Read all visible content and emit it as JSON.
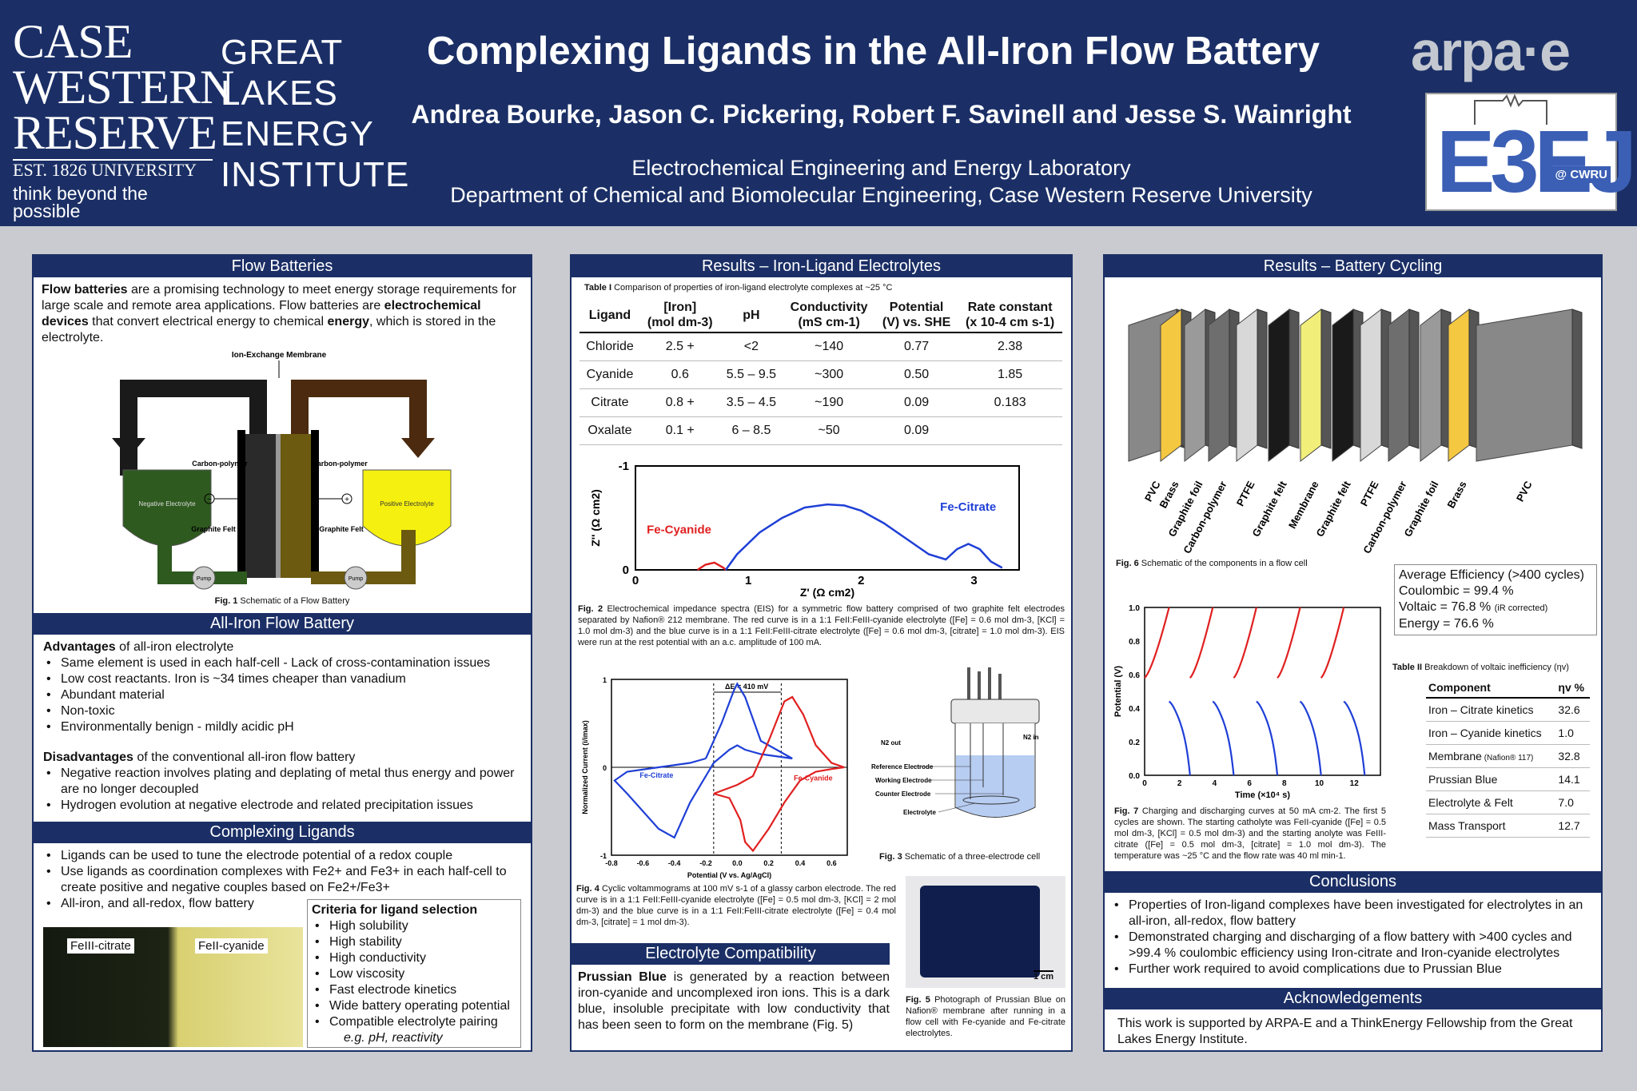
{
  "header": {
    "cwru_lines": [
      "CASE",
      "WESTERN",
      "RESERVE"
    ],
    "cwru_est": "EST. 1826 UNIVERSITY",
    "cwru_tagline": "think beyond the possible",
    "glei_lines": [
      "GREAT",
      "LAKES",
      "ENERGY",
      "INSTITUTE"
    ],
    "title": "Complexing Ligands in the All-Iron Flow Battery",
    "authors": "Andrea Bourke, Jason  C. Pickering, Robert F. Savinell  and  Jesse S. Wainright",
    "affil1": "Electrochemical Engineering and Energy Laboratory",
    "affil2": "Department of Chemical and Biomolecular Engineering, Case Western Reserve University",
    "arpa": "arpa·e",
    "e3ej": "E3EJ",
    "e3ej_cwru": "@ CWRU"
  },
  "flow": {
    "header": "Flow Batteries",
    "intro": "Flow batteries are a promising technology to meet energy storage requirements for large scale and remote area applications. Flow batteries are electrochemical devices that convert electrical energy to chemical energy, which is stored in the electrolyte.",
    "diagram": {
      "membrane": "Ion-Exchange Membrane",
      "cp_left": "Carbon-polymer",
      "cp_right": "Carbon-polymer",
      "neg": "Negative Electrolyte",
      "pos": "Positive Electrolyte",
      "felt_left": "Graphite Felt",
      "felt_right": "Graphite Felt",
      "pump": "Pump",
      "minus": "−",
      "plus": "+"
    },
    "fig1_label": "Fig. 1",
    "fig1_text": "Schematic of a Flow Battery"
  },
  "allIron": {
    "header": "All-Iron Flow Battery",
    "adv_title": "Advantages",
    "adv_rest": "of all-iron electrolyte",
    "advantages": [
      "Same element is used in each half-cell - Lack of cross-contamination issues",
      "Low cost reactants. Iron is ~34 times cheaper than vanadium",
      "Abundant material",
      "Non-toxic",
      "Environmentally benign - mildly acidic pH"
    ],
    "dis_title": "Disadvantages",
    "dis_rest": "of the conventional all-iron flow battery",
    "disadvantages": [
      "Negative reaction involves plating and deplating of metal thus energy and power are no longer decoupled",
      "Hydrogen evolution at negative electrode and related precipitation issues"
    ]
  },
  "complexing": {
    "header": "Complexing Ligands",
    "bullets": [
      "Ligands can be used to tune the electrode potential of a redox couple",
      "Use ligands as coordination complexes with Fe2+ and Fe3+ in each half-cell to create positive and negative couples based on Fe2+/Fe3+",
      "All-iron, and all-redox, flow battery"
    ],
    "photo_left": "FeIII-citrate",
    "photo_right": "FeII-cyanide",
    "criteria_title": "Criteria for ligand selection",
    "criteria": [
      "High solubility",
      "High stability",
      "High conductivity",
      "Low viscosity",
      "Fast electrode kinetics",
      "Wide battery operating potential",
      "Compatible electrolyte pairing"
    ],
    "criteria_eg": "e.g. pH, reactivity"
  },
  "results1": {
    "header": "Results – Iron-Ligand Electrolytes",
    "table_caption_label": "Table I",
    "table_caption": "Comparison of properties of iron-ligand electrolyte complexes at ~25 °C",
    "table_headers": [
      [
        "Ligand",
        ""
      ],
      [
        "[Iron]",
        "(mol dm-3)"
      ],
      [
        "pH",
        ""
      ],
      [
        "Conductivity",
        "(mS cm-1)"
      ],
      [
        "Potential",
        "(V) vs. SHE"
      ],
      [
        "Rate constant",
        "(x 10-4 cm s-1)"
      ]
    ],
    "table_rows": [
      [
        "Chloride",
        "2.5 +",
        "<2",
        "~140",
        "0.77",
        "2.38"
      ],
      [
        "Cyanide",
        "0.6",
        "5.5 – 9.5",
        "~300",
        "0.50",
        "1.85"
      ],
      [
        "Citrate",
        "0.8 +",
        "3.5 – 4.5",
        "~190",
        "0.09",
        "0.183"
      ],
      [
        "Oxalate",
        "0.1 +",
        "6 – 8.5",
        "~50",
        "0.09",
        ""
      ]
    ],
    "fig2_label": "Fig. 2",
    "fig2_text": "Electrochemical impedance spectra (EIS) for a symmetric flow battery comprised of two graphite felt electrodes separated by Nafion® 212 membrane. The red curve is in a 1:1 FeII:FeIII-cyanide electrolyte ([Fe] = 0.6 mol dm-3, [KCl] = 1.0 mol dm-3) and the blue curve is in a 1:1 FeII:FeIII-citrate electrolyte ([Fe] = 0.6 mol dm-3, [citrate] = 1.0 mol dm-3). EIS were run at the rest potential with an a.c. amplitude of 100 mA.",
    "fig3_label": "Fig. 3",
    "fig3_text": "Schematic of a three-electrode cell",
    "fig3_labels": {
      "n2out": "N2 out",
      "n2in": "N2 in",
      "ref": "Reference Electrode",
      "work": "Working Electrode",
      "counter": "Counter Electrode",
      "electrolyte": "Electrolyte"
    },
    "fig4_label": "Fig. 4",
    "fig4_text": "Cyclic voltammograms at 100 mV s-1 of a glassy carbon electrode. The red curve is in a 1:1 FeII:FeIII-cyanide electrolyte ([Fe] = 0.5 mol dm-3, [KCl] = 2 mol dm-3) and the blue curve is in a 1:1 FeII:FeIII-citrate electrolyte ([Fe] = 0.4 mol dm-3, [citrate] = 1 mol dm-3).",
    "fig5_label": "Fig. 5",
    "fig5_text": "Photograph of Prussian Blue on Nafion® membrane after running in a flow cell with Fe-cyanide and Fe-citrate electrolytes.",
    "fig5_scale": "1 cm"
  },
  "compat": {
    "header": "Electrolyte Compatibility",
    "bold": "Prussian Blue",
    "text": "is generated by a reaction between iron-cyanide and uncomplexed iron ions. This is a dark blue, insoluble precipitate with low conductivity that has been seen to form on the membrane (Fig. 5)"
  },
  "results2": {
    "header": "Results – Battery Cycling",
    "fig6_label": "Fig. 6",
    "fig6_text": "Schematic of the components in a flow cell",
    "components": [
      "PVC",
      "Brass",
      "Graphite foil",
      "Carbon-polymer",
      "PTFE",
      "Graphite felt",
      "Membrane",
      "Graphite felt",
      "PTFE",
      "Carbon-polymer",
      "Graphite foil",
      "Brass",
      "PVC"
    ],
    "eff": [
      "Average Efficiency (>400 cycles)",
      "Coulombic = 99.4 %",
      "Voltaic = 76.8 %",
      "Energy = 76.6 %"
    ],
    "eff_ir": "(iR corrected)",
    "table2_label": "Table II",
    "table2_caption": "Breakdown of voltaic inefficiency (ηv)",
    "table2_headers": [
      "Component",
      "ηv %"
    ],
    "table2_rows": [
      [
        "Iron – Citrate kinetics",
        "32.6"
      ],
      [
        "Iron – Cyanide kinetics",
        "1.0"
      ],
      [
        "Membrane",
        "32.8"
      ],
      [
        "Prussian Blue",
        "14.1"
      ],
      [
        "Electrolyte & Felt",
        "7.0"
      ],
      [
        "Mass Transport",
        "12.7"
      ]
    ],
    "table2_nafion": "(Nafion® 117)",
    "fig7_label": "Fig. 7",
    "fig7_text": "Charging and discharging curves at 50 mA cm-2. The first 5 cycles are shown. The starting catholyte was FeII-cyanide ([Fe] = 0.5 mol dm-3, [KCl] = 0.5 mol dm-3) and the starting anolyte was FeIII-citrate ([Fe] = 0.5 mol dm-3, [citrate] = 1.0 mol dm-3). The temperature was ~25 °C and the flow rate was 40 ml min-1."
  },
  "conclusions": {
    "header": "Conclusions",
    "bullets": [
      "Properties of Iron-ligand complexes have been investigated for electrolytes in an all-iron, all-redox, flow battery",
      "Demonstrated charging and discharging of a flow battery with >400 cycles and >99.4 % coulombic efficiency using Iron-citrate and Iron-cyanide electrolytes",
      "Further work required to avoid complications due to Prussian Blue"
    ]
  },
  "ack": {
    "header": "Acknowledgements",
    "text": "This work is supported by ARPA-E and a ThinkEnergy Fellowship from the Great Lakes Energy Institute."
  },
  "chart_data": [
    {
      "type": "line",
      "id": "fig2",
      "xlabel": "Z' (Ω  cm2)",
      "ylabel": "Z'' (Ω  cm2)",
      "xlim": [
        0,
        3.4
      ],
      "ylim": [
        0,
        -1
      ],
      "xticks": [
        "0",
        "1",
        "2",
        "3"
      ],
      "yticks": [
        "0",
        "-1"
      ],
      "series": [
        {
          "name": "Fe-Cyanide",
          "color": "#e02020",
          "x": [
            0.55,
            0.62,
            0.7,
            0.78,
            0.8
          ],
          "y": [
            0,
            -0.05,
            -0.07,
            -0.02,
            0
          ]
        },
        {
          "name": "Fe-Citrate",
          "color": "#1f3fd6",
          "x": [
            0.8,
            0.9,
            1.1,
            1.3,
            1.5,
            1.7,
            1.85,
            2.0,
            2.2,
            2.4,
            2.6,
            2.75,
            2.85,
            2.95,
            3.05,
            3.15,
            3.25
          ],
          "y": [
            0,
            -0.15,
            -0.36,
            -0.5,
            -0.6,
            -0.63,
            -0.62,
            -0.57,
            -0.45,
            -0.3,
            -0.15,
            -0.1,
            -0.2,
            -0.25,
            -0.2,
            -0.08,
            -0.02
          ]
        }
      ]
    },
    {
      "type": "line",
      "id": "fig4",
      "xlabel": "Potential (V vs. Ag/AgCl)",
      "ylabel": "Normalized Current (i/imax)",
      "xlim": [
        -0.8,
        0.7
      ],
      "ylim": [
        -1,
        1
      ],
      "xticks": [
        "-0.8",
        "-0.6",
        "-0.4",
        "-0.2",
        "0.0",
        "0.2",
        "0.4",
        "0.6"
      ],
      "yticks": [
        "-1",
        "0",
        "1"
      ],
      "annotation": "ΔE = 410 mV",
      "series": [
        {
          "name": "Fe-Citrate",
          "color": "#1f3fd6",
          "x": [
            -0.2,
            -0.1,
            -0.02,
            0.0,
            0.05,
            0.15,
            0.35,
            0.15,
            0.05,
            0.0,
            -0.05,
            -0.15,
            -0.3,
            -0.4,
            -0.5,
            -0.6,
            -0.7,
            -0.78,
            -0.7,
            -0.5,
            -0.3,
            -0.2
          ],
          "y": [
            0.1,
            0.5,
            0.88,
            0.95,
            0.8,
            0.3,
            0.1,
            0.15,
            0.2,
            0.25,
            0.2,
            0.05,
            -0.4,
            -0.8,
            -0.7,
            -0.5,
            -0.3,
            -0.15,
            -0.05,
            0.0,
            0.05,
            0.1
          ]
        },
        {
          "name": "Fe-Cyanide",
          "color": "#e02020",
          "x": [
            -0.15,
            0.0,
            0.1,
            0.2,
            0.3,
            0.35,
            0.42,
            0.5,
            0.6,
            0.68,
            0.6,
            0.5,
            0.4,
            0.3,
            0.2,
            0.1,
            0.05,
            0.02,
            -0.05,
            -0.15
          ],
          "y": [
            -0.3,
            -0.2,
            -0.1,
            0.3,
            0.75,
            0.8,
            0.6,
            0.25,
            0.05,
            0.0,
            -0.02,
            -0.05,
            -0.15,
            -0.4,
            -0.7,
            -0.95,
            -0.85,
            -0.6,
            -0.35,
            -0.3
          ]
        }
      ]
    },
    {
      "type": "line",
      "id": "fig7",
      "xlabel": "Time (×10⁴ s)",
      "ylabel": "Potential (V)",
      "xlim": [
        0,
        13.5
      ],
      "ylim": [
        0,
        1.0
      ],
      "xticks": [
        "0",
        "2",
        "4",
        "6",
        "8",
        "10",
        "12"
      ],
      "yticks": [
        "0.0",
        "0.2",
        "0.4",
        "0.6",
        "0.8",
        "1.0"
      ],
      "cycles": [
        {
          "charge_start": 0,
          "charge_end": 1.4,
          "discharge_end": 2.6
        },
        {
          "charge_start": 2.6,
          "charge_end": 3.9,
          "discharge_end": 5.1
        },
        {
          "charge_start": 5.1,
          "charge_end": 6.4,
          "discharge_end": 7.6
        },
        {
          "charge_start": 7.6,
          "charge_end": 8.9,
          "discharge_end": 10.1
        },
        {
          "charge_start": 10.1,
          "charge_end": 11.4,
          "discharge_end": 12.6
        }
      ]
    }
  ]
}
